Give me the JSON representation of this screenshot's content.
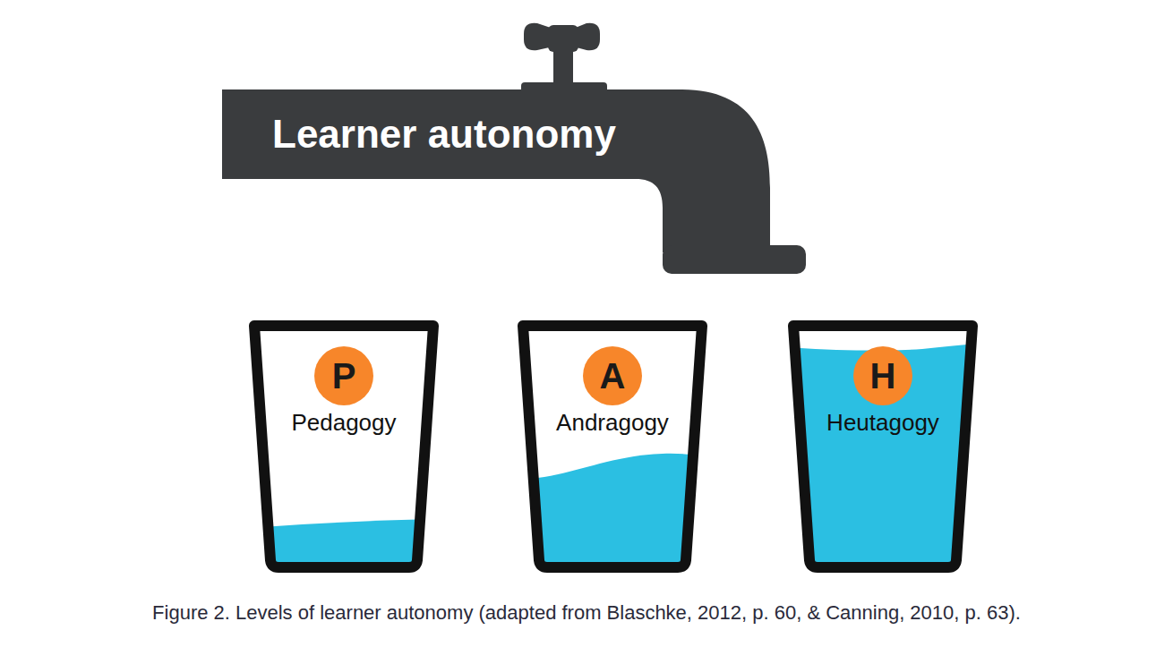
{
  "diagram": {
    "caption": "Figure 2. Levels of learner autonomy (adapted from Blaschke, 2012, p. 60, & Canning, 2010, p. 63).",
    "nodes": [
      {
        "text": [
          "Learner autonomy"
        ]
      },
      {
        "text": [
          "Pedagogy"
        ]
      },
      {
        "text": [
          "P"
        ],
        "in": 1
      },
      {
        "text": [
          "Andragogy"
        ]
      },
      {
        "text": [
          "A"
        ],
        "in": 3
      },
      {
        "text": [
          "Heutagogy"
        ]
      },
      {
        "text": [
          "H"
        ],
        "in": 5
      }
    ]
  }
}
